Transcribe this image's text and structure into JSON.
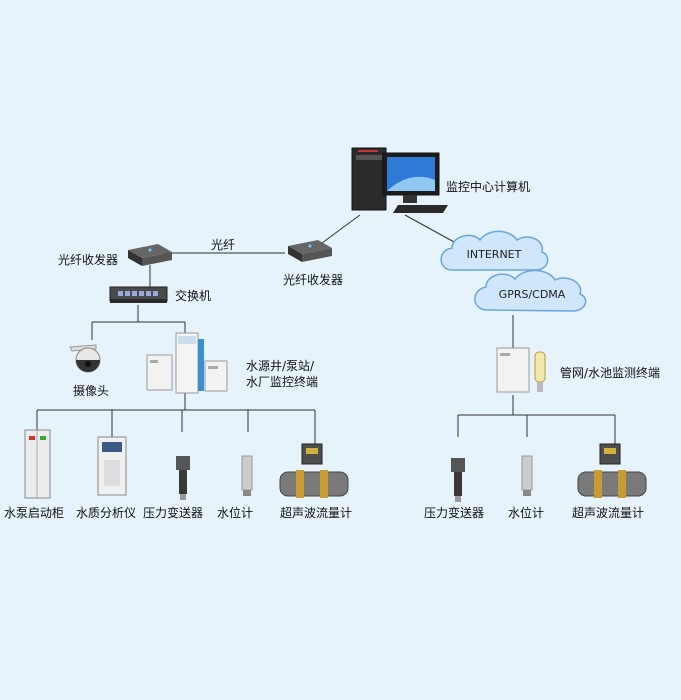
{
  "center": {
    "label": "监控中心计算机"
  },
  "fiber": {
    "left_label": "光纤收发器",
    "right_label": "光纤收发器",
    "link_label": "光纤"
  },
  "switch": {
    "label": "交换机"
  },
  "camera": {
    "label": "摄像头"
  },
  "station": {
    "label_line1": "水源井/泵站/",
    "label_line2": "水厂监控终端"
  },
  "cloud": {
    "internet": "INTERNET",
    "gprs": "GPRS/CDMA"
  },
  "pipe_terminal": {
    "label": "管网/水池监测终端"
  },
  "left_devices": [
    "水泵启动柜",
    "水质分析仪",
    "压力变送器",
    "水位计",
    "超声波流量计"
  ],
  "right_devices": [
    "压力变送器",
    "水位计",
    "超声波流量计"
  ]
}
